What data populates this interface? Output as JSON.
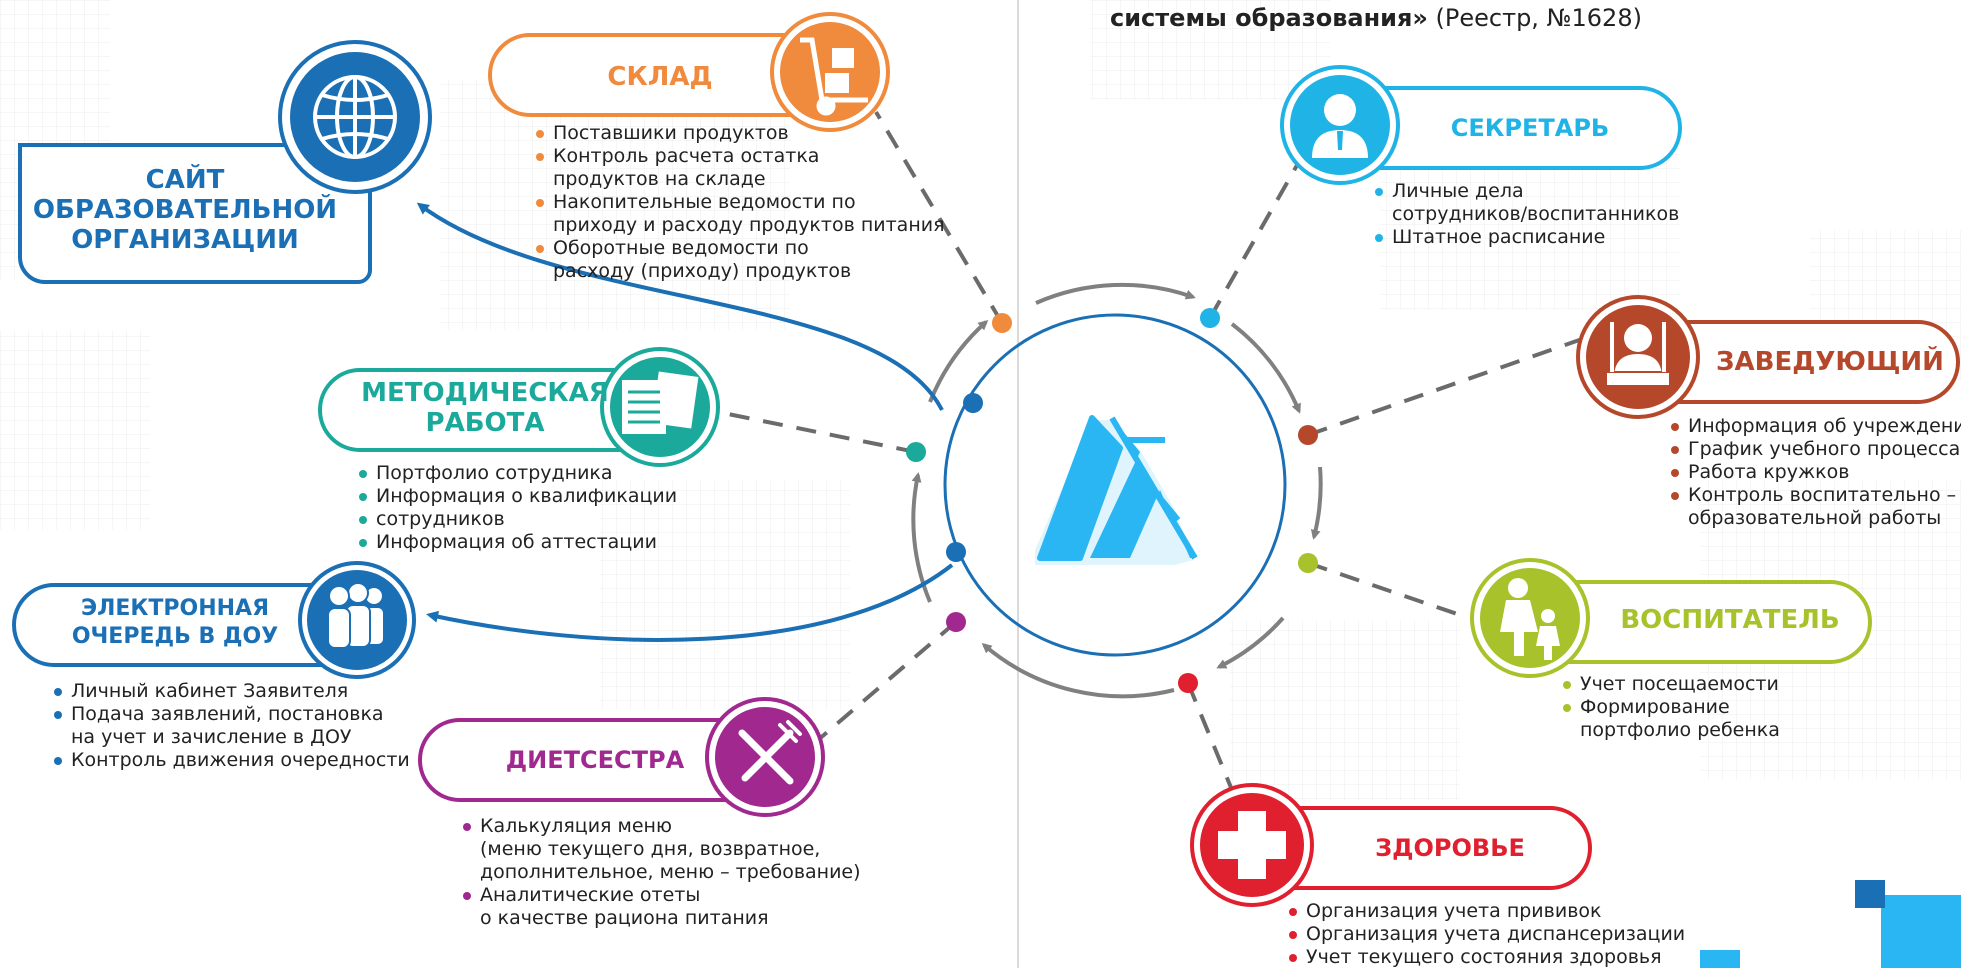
{
  "header": {
    "bold": "системы образования»",
    "normal": " (Реестр, №1628)"
  },
  "colors": {
    "site": "#1a6fb5",
    "sklad": "#f08a3c",
    "metod": "#1aa99a",
    "queue": "#1a6fb5",
    "diet": "#a0288f",
    "secretary": "#1fb3e6",
    "head": "#b5482b",
    "teacher": "#a7c22a",
    "health": "#e0202e",
    "arrow": "#808080",
    "logo": "#29b6f2"
  },
  "nodes": {
    "site": {
      "title": [
        "САЙТ",
        "ОБРАЗОВАТЕЛЬНОЙ",
        "ОРГАНИЗАЦИИ"
      ],
      "icon": "globe-icon"
    },
    "sklad": {
      "title": "СКЛАД",
      "icon": "hand-truck-icon",
      "items": [
        [
          "Поставшики продуктов"
        ],
        [
          "Контроль  расчета остатка",
          "продуктов на складе"
        ],
        [
          "Накопительные ведомости по",
          "приходу и расходу продуктов питания"
        ],
        [
          "Оборотные ведомости по",
          "расходу (приходу) продуктов"
        ]
      ]
    },
    "metod": {
      "title": [
        "МЕТОДИЧЕСКАЯ",
        "РАБОТА"
      ],
      "icon": "documents-icon",
      "items": [
        [
          "Портфолио сотрудника"
        ],
        [
          "Информация о квалификации"
        ],
        [
          "сотрудников"
        ],
        [
          "Информация об аттестации"
        ]
      ]
    },
    "queue": {
      "title": [
        "ЭЛЕКТРОННАЯ",
        "ОЧЕРЕДЬ  В  ДОУ"
      ],
      "icon": "people-icon",
      "items": [
        [
          "Личный кабинет Заявителя"
        ],
        [
          "Подача заявлений, постановка",
          "на учет и зачисление в ДОУ"
        ],
        [
          "Контроль движения очередности"
        ]
      ]
    },
    "diet": {
      "title": "ДИЕТСЕСТРА",
      "icon": "fork-knife-icon",
      "items": [
        [
          "Калькуляция меню",
          "(меню текущего дня, возвратное,",
          "дополнительное, меню – требование)"
        ],
        [
          "Аналитические отеты",
          "о качестве рациона питания"
        ]
      ]
    },
    "secretary": {
      "title": "СЕКРЕТАРЬ",
      "icon": "user-icon",
      "items": [
        [
          "Личные дела",
          "сотрудников/воспитанников"
        ],
        [
          "Штатное расписание"
        ]
      ]
    },
    "head": {
      "title": "ЗАВЕДУЮЩИЙ",
      "icon": "director-icon",
      "items": [
        [
          "Информация об учреждении"
        ],
        [
          "График учебного процесса"
        ],
        [
          "Работа кружков"
        ],
        [
          "Контроль воспитательно –",
          "образовательной работы"
        ]
      ]
    },
    "teacher": {
      "title": "ВОСПИТАТЕЛЬ",
      "icon": "parent-child-icon",
      "items": [
        [
          "Учет посещаемости"
        ],
        [
          "Формирование",
          "портфолио ребенка"
        ]
      ]
    },
    "health": {
      "title": "ЗДОРОВЬЕ",
      "icon": "medical-cross-icon",
      "items": [
        [
          "Организация учета прививок"
        ],
        [
          "Организация учета диспансеризации"
        ],
        [
          "Учет текущего состояния здоровья"
        ]
      ]
    }
  }
}
